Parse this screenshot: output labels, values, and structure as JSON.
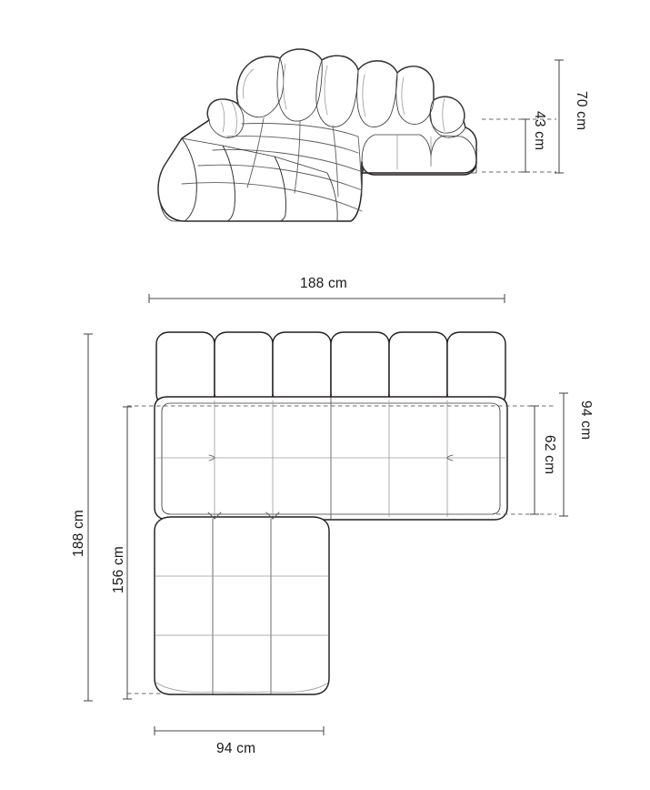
{
  "drawing": {
    "title": "Modular corner sofa dimension drawing",
    "unit": "cm",
    "background_color": "#ffffff",
    "outline_color": "#231f20",
    "seam_color": "#9a9a9a",
    "dimension_color": "#4a4a4a"
  },
  "views": {
    "perspective": {
      "name": "perspective-view",
      "description": "Three-quarter perspective of L-shaped modular sofa with puffy cushions"
    },
    "plan": {
      "name": "plan-view",
      "description": "Top-down plan of L-shaped modular sofa"
    }
  },
  "dimensions": {
    "height_overall": {
      "value": "70 cm",
      "number": 70,
      "unit": "cm",
      "orientation": "vertical",
      "view": "perspective",
      "meaning": "overall backrest height"
    },
    "height_seat": {
      "value": "43 cm",
      "number": 43,
      "unit": "cm",
      "orientation": "vertical",
      "view": "perspective",
      "meaning": "seat height"
    },
    "width_overall": {
      "value": "188 cm",
      "number": 188,
      "unit": "cm",
      "orientation": "horizontal",
      "view": "plan",
      "meaning": "overall width"
    },
    "depth_overall": {
      "value": "188 cm",
      "number": 188,
      "unit": "cm",
      "orientation": "vertical",
      "view": "plan",
      "meaning": "overall depth"
    },
    "depth_chaise": {
      "value": "156 cm",
      "number": 156,
      "unit": "cm",
      "orientation": "vertical",
      "view": "plan",
      "meaning": "chaise depth"
    },
    "depth_module": {
      "value": "94 cm",
      "number": 94,
      "unit": "cm",
      "orientation": "vertical",
      "view": "plan",
      "meaning": "module depth"
    },
    "depth_seat": {
      "value": "62 cm",
      "number": 62,
      "unit": "cm",
      "orientation": "vertical",
      "view": "plan",
      "meaning": "seat depth"
    },
    "width_module": {
      "value": "94 cm",
      "number": 94,
      "unit": "cm",
      "orientation": "horizontal",
      "view": "plan",
      "meaning": "chaise module width"
    }
  }
}
